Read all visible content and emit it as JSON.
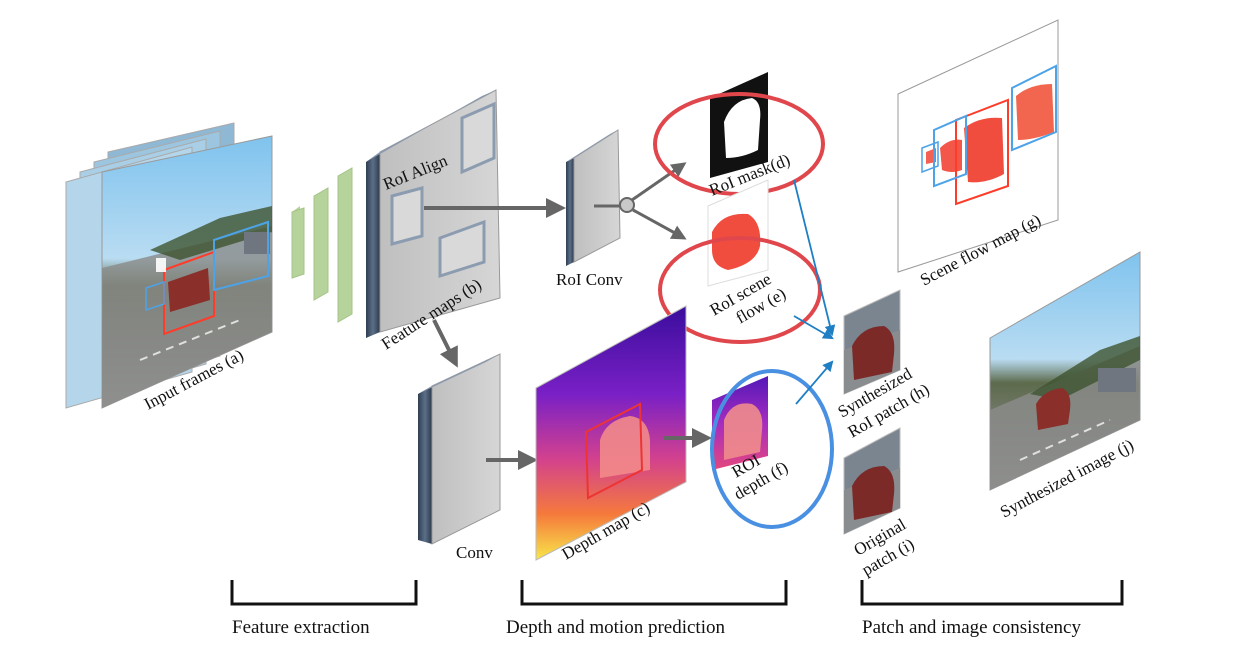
{
  "labels": {
    "input_frames": "Input frames (a)",
    "feature_maps": "Feature maps (b)",
    "roi_align": "RoI Align",
    "roi_conv": "RoI Conv",
    "conv": "Conv",
    "depth_map": "Depth map (c)",
    "roi_mask": "RoI mask(d)",
    "roi_scene_flow_1": "RoI scene",
    "roi_scene_flow_2": "flow (e)",
    "roi_depth_1": "ROI",
    "roi_depth_2": "depth (f)",
    "scene_flow_map": "Scene flow map (g)",
    "synth_patch_1": "Synthesized",
    "synth_patch_2": "RoI patch (h)",
    "orig_patch_1": "Original",
    "orig_patch_2": "patch (i)",
    "synth_image": "Synthesized image (j)"
  },
  "sections": {
    "feature_extraction": "Feature extraction",
    "depth_motion": "Depth and motion prediction",
    "consistency": "Patch and image consistency"
  },
  "colors": {
    "highlight_red": "#e0474c",
    "highlight_blue": "#4a90e2",
    "arrow_gray": "#666666",
    "flow_red": "#f03a2a",
    "link_blue": "#1f7fc4"
  }
}
